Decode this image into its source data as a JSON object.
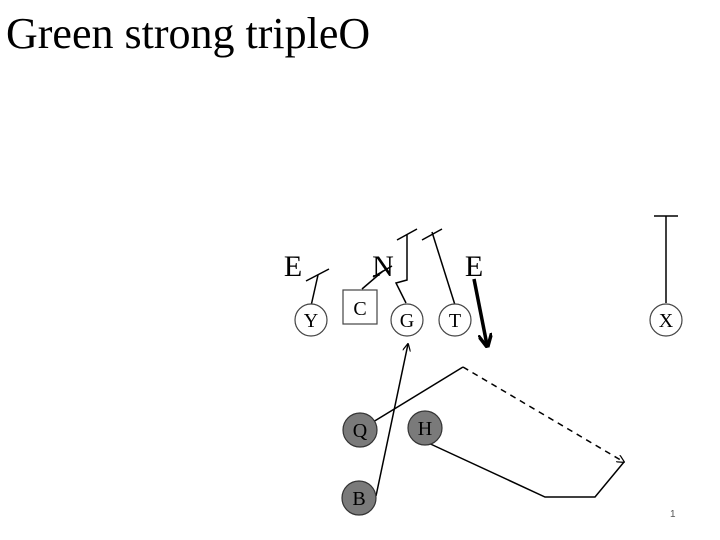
{
  "slide": {
    "title": "Green strong tripleO",
    "page_number": "1"
  },
  "colors": {
    "line": "#000000",
    "player_fill": "#ffffff",
    "back_fill": "#7a7a7a",
    "stroke": "#000000"
  },
  "defenders": [
    {
      "id": "left-end",
      "label": "E"
    },
    {
      "id": "nose",
      "label": "N"
    },
    {
      "id": "right-end",
      "label": "E"
    }
  ],
  "offense": {
    "center": {
      "label": "C"
    },
    "linemen": [
      {
        "id": "y",
        "label": "Y"
      },
      {
        "id": "g",
        "label": "G"
      },
      {
        "id": "t",
        "label": "T"
      },
      {
        "id": "x",
        "label": "X"
      }
    ],
    "backs": [
      {
        "id": "q",
        "label": "Q"
      },
      {
        "id": "h",
        "label": "H"
      },
      {
        "id": "b",
        "label": "B"
      }
    ]
  }
}
